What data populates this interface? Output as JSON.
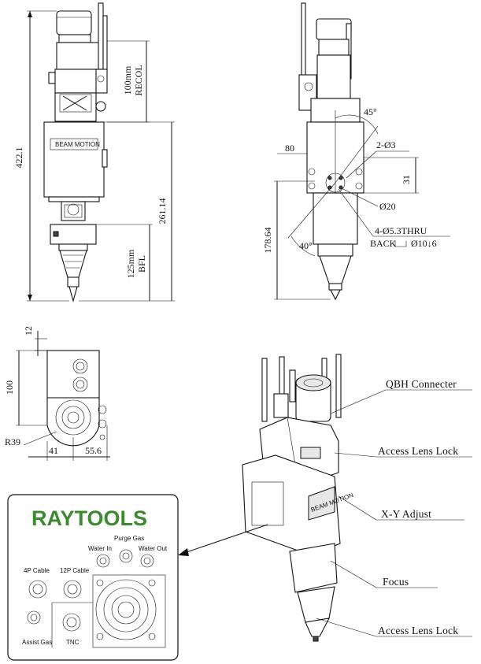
{
  "front_view": {
    "dim_total": "422.1",
    "dim_recol": "100mm",
    "dim_recol_label": "RECOL",
    "dim_mid": "261.14",
    "dim_bfl": "125mm",
    "dim_bfl_label": "BFL",
    "body_badge": "BEAM MOTION"
  },
  "side_view": {
    "dim_width": "80",
    "dim_angle_top": "45°",
    "dim_holes": "2-Ø3",
    "dim_31": "31",
    "dim_dia20": "Ø20",
    "dim_178": "178.64",
    "dim_angle_bottom": "40°",
    "dim_thru": "4-Ø5.3THRU",
    "dim_back": "BACK",
    "dim_back_cb": "Ø10↓6"
  },
  "top_view": {
    "dim_12": "12",
    "dim_100": "100",
    "dim_r39": "R39",
    "dim_41": "41",
    "dim_55": "55.6"
  },
  "callouts": {
    "qbh": "QBH Connecter",
    "access_top": "Access Lens Lock",
    "xy": "X-Y Adjust",
    "focus": "Focus",
    "access_bottom": "Access Lens Lock"
  },
  "inset": {
    "brand": "RAYTOOLS",
    "purge_gas": "Purge Gas",
    "water_in": "Water In",
    "water_out": "Water Out",
    "cable_4p": "4P Cable",
    "cable_12p": "12P Cable",
    "assist_gas": "Assist Gas",
    "tnc": "TNC"
  },
  "colors": {
    "brand_green": "#3c8a2e",
    "line": "#111111"
  }
}
